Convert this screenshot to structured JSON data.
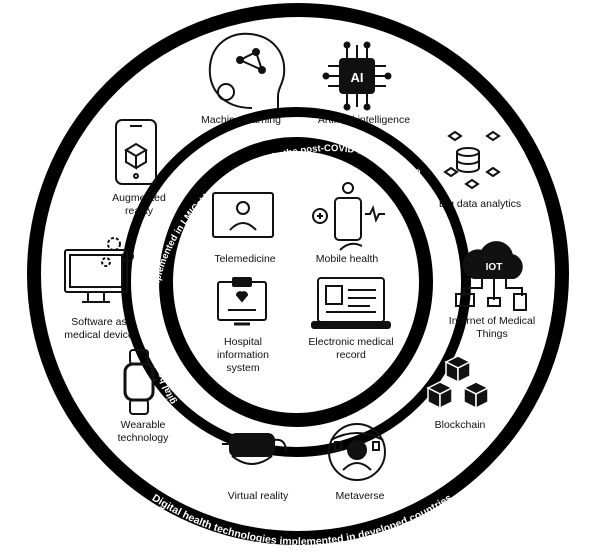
{
  "outer_ring_text": "Digital health technologies implemented in developed countries",
  "inner_ring_text": "Digital health technologies implemented in LMICs' hospital settings in the post-COVID-19 pandemic era",
  "inner_items": {
    "telemedicine": "Telemedicine",
    "mobile_health": "Mobile health",
    "his": {
      "l1": "Hospital",
      "l2": "information",
      "l3": "system"
    },
    "emr": {
      "l1": "Electronic medical",
      "l2": "record"
    }
  },
  "outer_items": {
    "machine_learning": "Machine learning",
    "ai": "Artificial intelligence",
    "big_data": "Big data analytics",
    "iomt": {
      "l1": "Internet of Medical",
      "l2": "Things"
    },
    "blockchain": "Blockchain",
    "metaverse": "Metaverse",
    "vr": "Virtual reality",
    "wearable": {
      "l1": "Wearable",
      "l2": "technology"
    },
    "samd": {
      "l1": "Software as",
      "l2": "medical device"
    },
    "ar": {
      "l1": "Augmented",
      "l2": "reality"
    },
    "ai_chip_text": "AI",
    "iot_cloud_text": "IOT"
  }
}
